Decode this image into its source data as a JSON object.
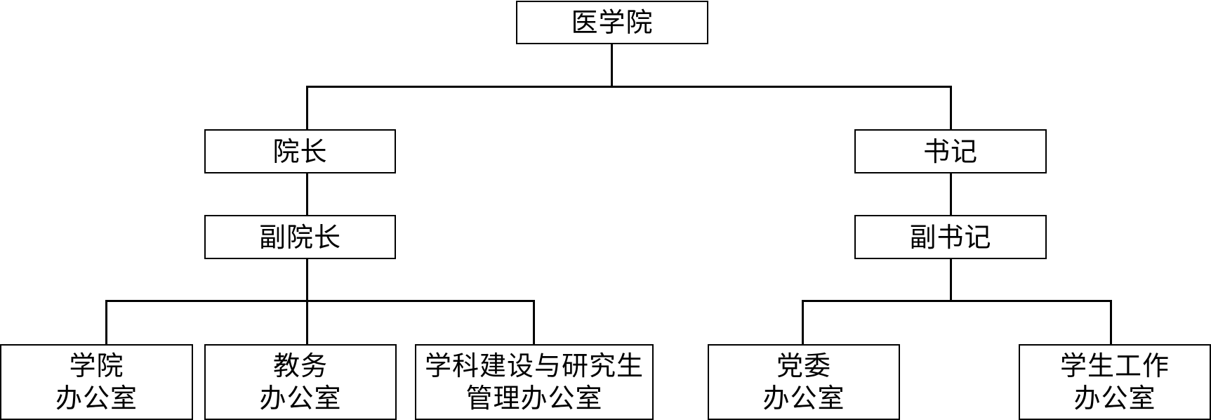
{
  "org_chart": {
    "root": {
      "label": "医学院"
    },
    "dean": {
      "label": "院长"
    },
    "vice_dean": {
      "label": "副院长"
    },
    "secretary": {
      "label": "书记"
    },
    "deputy_secretary": {
      "label": "副书记"
    },
    "offices": {
      "college_office": {
        "line1": "学院",
        "line2": "办公室"
      },
      "academic_affairs_office": {
        "line1": "教务",
        "line2": "办公室"
      },
      "discipline_graduate_office": {
        "line1": "学科建设与研究生",
        "line2": "管理办公室"
      },
      "party_committee_office": {
        "line1": "党委",
        "line2": "办公室"
      },
      "student_affairs_office": {
        "line1": "学生工作",
        "line2": "办公室"
      }
    }
  }
}
